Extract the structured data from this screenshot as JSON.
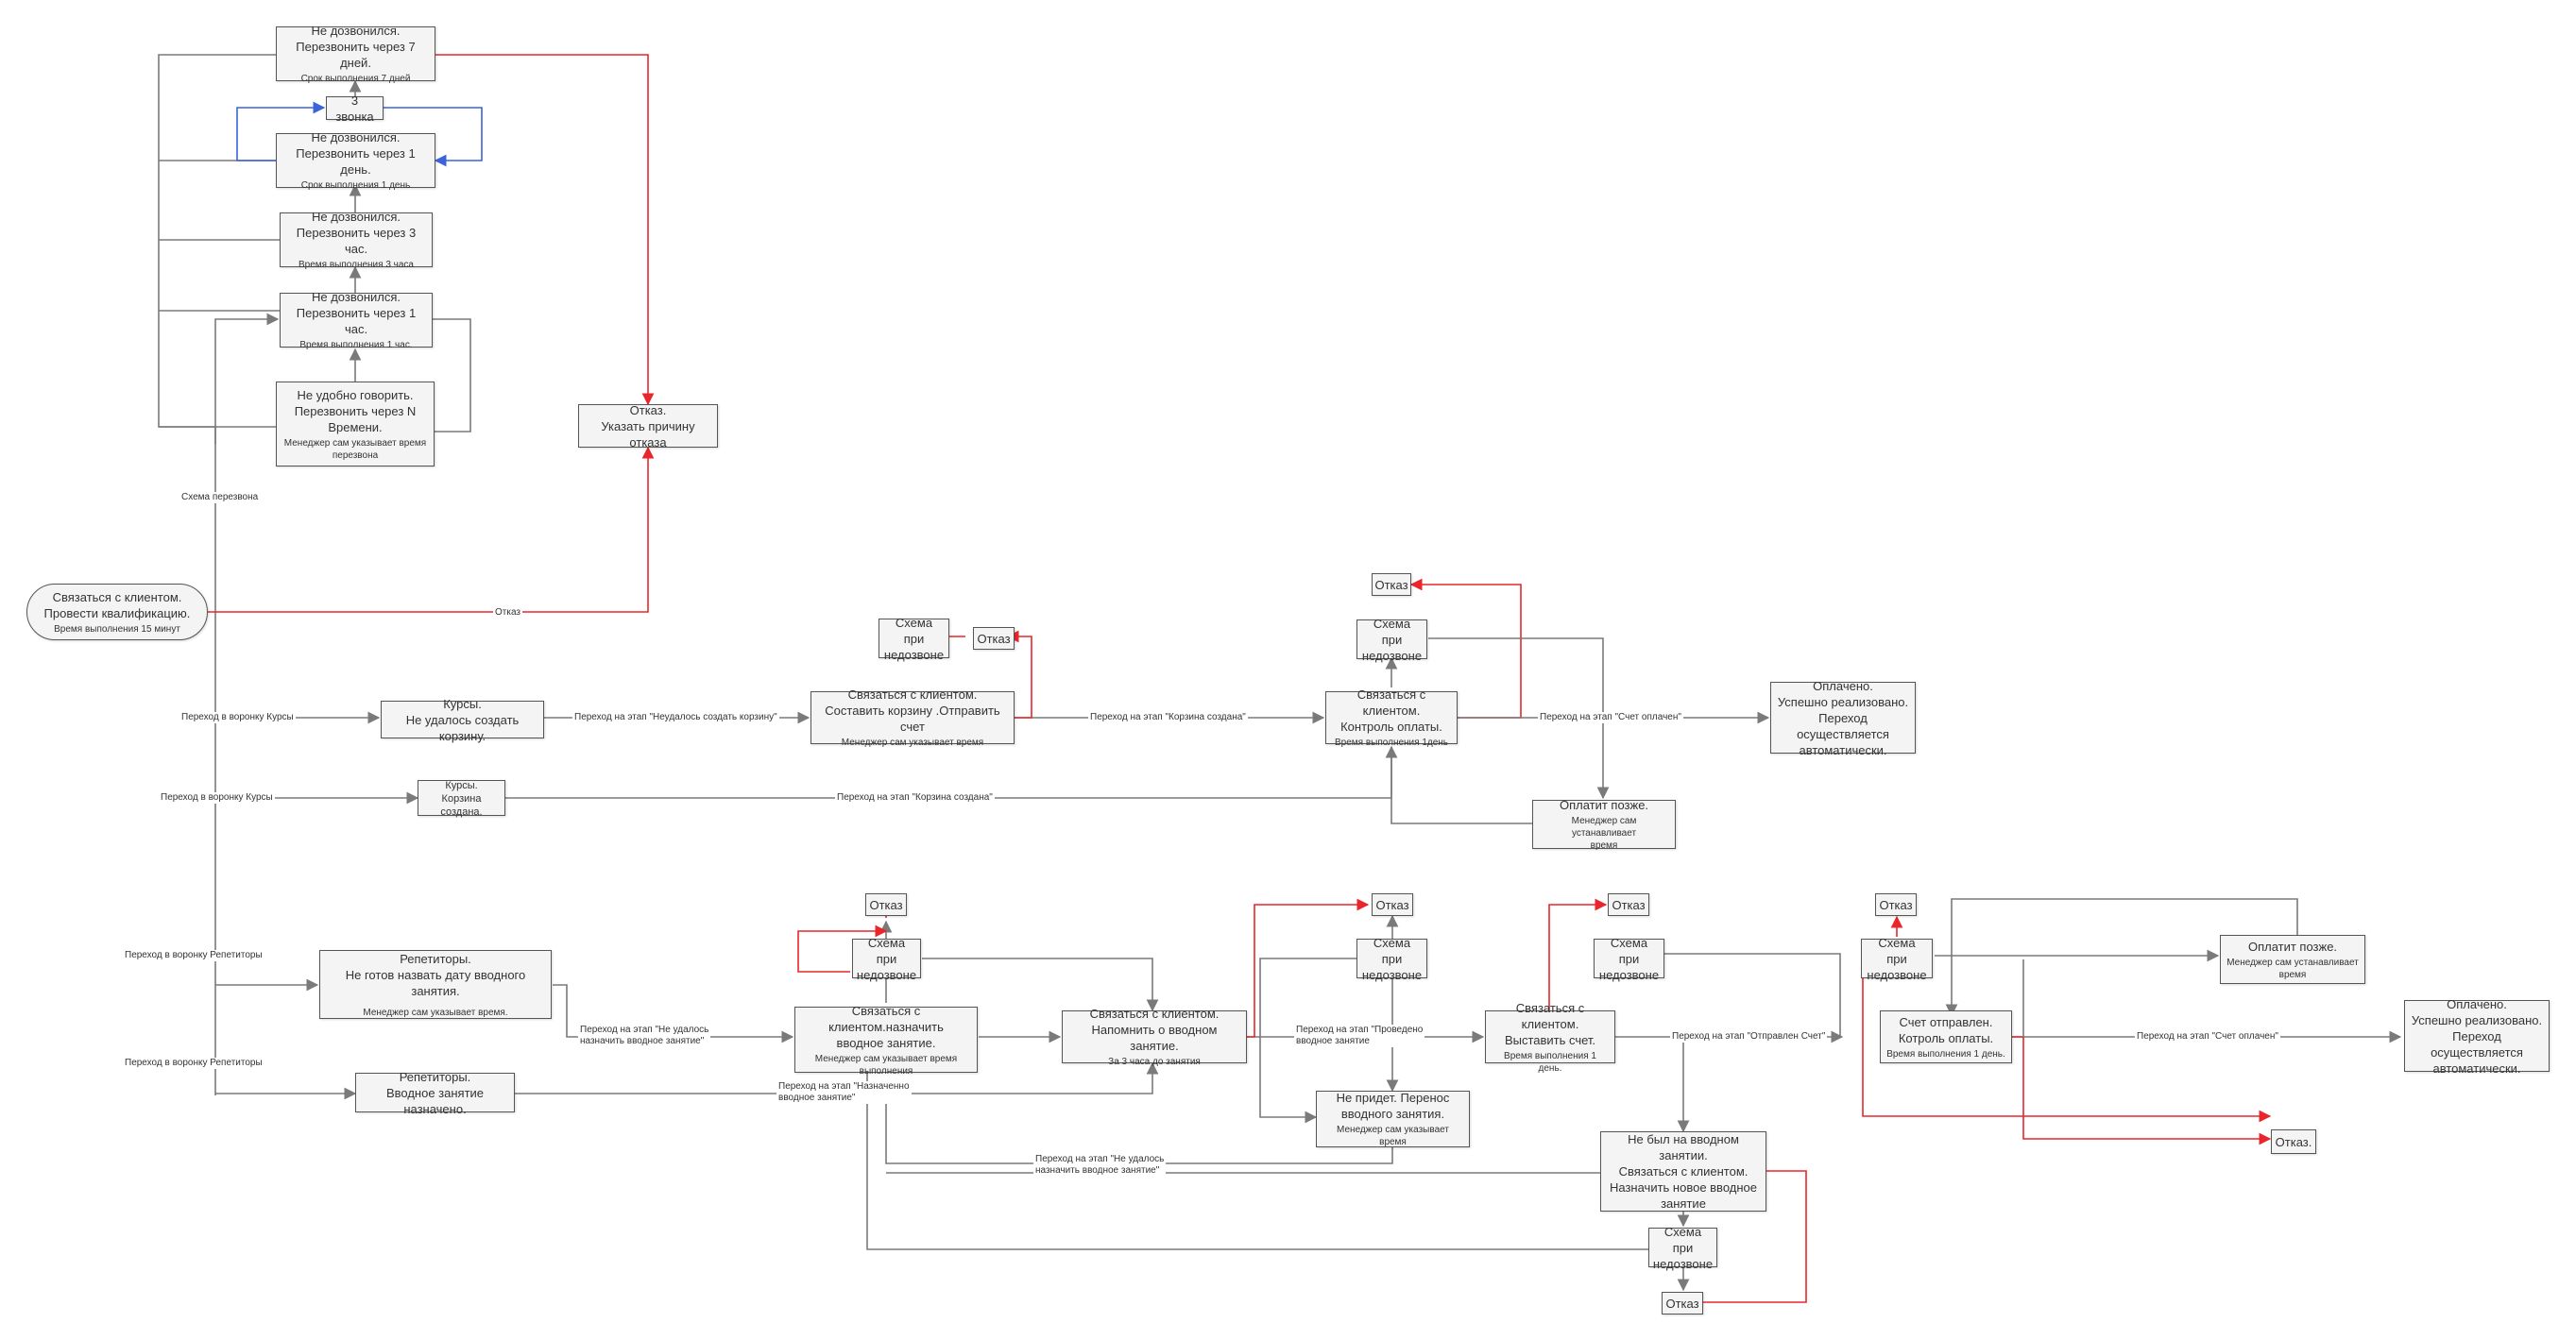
{
  "colors": {
    "line": "#7a7a7a",
    "red": "#e8262c",
    "blue": "#3a64d8",
    "node_bg": "#f4f4f4",
    "node_border": "#555555"
  },
  "nodes": {
    "start": {
      "title": "Связаться с клиентом.\nПровести квалификацию.",
      "sub": "Время выполнения 15 минут"
    },
    "n_7days": {
      "title": "Не дозвонился.\nПерезвонить через 7 дней.",
      "sub": "Срок выполнения 7 дней"
    },
    "n_3calls": {
      "title": "3 звонка"
    },
    "n_1day": {
      "title": "Не дозвонился.\nПерезвонить через 1 день.",
      "sub": "Срок выполнения 1 день"
    },
    "n_3h": {
      "title": "Не дозвонился.\nПерезвонить через 3 час.",
      "sub": "Время выполнения 3 часа"
    },
    "n_1h": {
      "title": "Не дозвонился.\nПерезвонить через 1 час.",
      "sub": "Время выполнения 1 час."
    },
    "n_later": {
      "title": "Не удобно говорить.\nПерезвонить через N\nВремени.",
      "sub": "Менеджер сам указывает время\nперезвона"
    },
    "refuse_main": {
      "title": "Отказ.\nУказать причину отказа"
    },
    "courses_fail": {
      "title": "Курсы.\nНе удалось создать корзину."
    },
    "courses_cart": {
      "title": "Курсы.\nКорзина создана."
    },
    "make_cart": {
      "title": "Связаться с клиентом.\nСоставить корзину .Отправить счет",
      "sub": "Менеджер сам указывает время"
    },
    "miss1": {
      "title": "Схема при\nнедозвоне"
    },
    "refuse1": {
      "title": "Отказ"
    },
    "pay_ctrl": {
      "title": "Связаться с клиентом.\nКонтроль оплаты.",
      "sub": "Время выполнения 1день"
    },
    "miss2": {
      "title": "Схема при\nнедозвоне"
    },
    "refuse2": {
      "title": "Отказ"
    },
    "paid1": {
      "title": "Оплачено.\nУспешно реализовано.\nПереход осуществляется\nавтоматически."
    },
    "pay_later1": {
      "title": "Оплатит позже.",
      "sub": "Менеджер сам устанавливает\nвремя"
    },
    "tutor_nodate": {
      "title": "Репетиторы.\nНе готов назвать дату вводного занятия.",
      "sub": "Менеджер сам указывает время."
    },
    "tutor_set": {
      "title": "Репетиторы.\nВводное занятие назначено."
    },
    "assign_lesson": {
      "title": "Связаться с клиентом.назначить\nвводное занятие.",
      "sub": "Менеджер сам указывает время\nвыполнения"
    },
    "miss3": {
      "title": "Схема при\nнедозвоне"
    },
    "refuse3": {
      "title": "Отказ"
    },
    "remind": {
      "title": "Связаться с клиентом.\nНапомнить о вводном занятие.",
      "sub": "За 3 часа до занятия"
    },
    "miss4": {
      "title": "Схема при\nнедозвоне"
    },
    "refuse4": {
      "title": "Отказ"
    },
    "wont_come": {
      "title": "Не придет. Перенос\nвводного занятия.",
      "sub": "Менеджер сам указывает время"
    },
    "invoice": {
      "title": "Связаться с клиентом.\nВыставить счет.",
      "sub": "Время выполнения 1 день."
    },
    "miss5": {
      "title": "Схема при\nнедозвоне"
    },
    "refuse5": {
      "title": "Отказ"
    },
    "no_show": {
      "title": "Не был на вводном занятии.\nСвязаться с клиентом.\nНазначить новое вводное\nзанятие"
    },
    "miss6": {
      "title": "Схема при\nнедозвоне"
    },
    "refuse6": {
      "title": "Отказ"
    },
    "sent_invoice": {
      "title": "Счет отправлен.\nКотроль оплаты.",
      "sub": "Время выполнения 1 день."
    },
    "miss7": {
      "title": "Схема при\nнедозвоне"
    },
    "refuse7": {
      "title": "Отказ"
    },
    "pay_later2": {
      "title": "Оплатит позже.",
      "sub": "Менеджер сам устанавливает\nвремя"
    },
    "paid2": {
      "title": "Оплачено.\nУспешно реализовано.\nПереход осуществляется\nавтоматически."
    },
    "refuse8": {
      "title": "Отказ."
    }
  },
  "labels": {
    "scheme_recall": "Схема перезвона",
    "refuse": "Отказ",
    "to_courses_1": "Переход в воронку Курсы",
    "to_courses_2": "Переход в воронку Курсы",
    "stage_cart_fail": "Переход на этап  \"Неудалось создать корзину\"",
    "stage_cart_created_1": "Переход на этап \"Корзина создана\"",
    "stage_cart_created_2": "Переход на этап \"Корзина создана\"",
    "stage_paid_1": "Переход на этап \"Счет оплачен\"",
    "to_tutors_1": "Переход в воронку Репетиторы",
    "to_tutors_2": "Переход в воронку Репетиторы",
    "stage_no_date": "Переход на этап \"Не удалось\nназначить вводное занятие\"",
    "stage_assigned": "Переход на этап \"Назначенно\nвводное занятие\"",
    "stage_held": "Переход на этап  \"Проведено\nвводное занятие",
    "stage_no_date_2": "Переход на этап \"Не удалось\nназначить вводное занятие\"",
    "stage_invoice_sent": "Переход на этап \"Отправлен Счет\"",
    "stage_paid_2": "Переход на этап \"Счет оплачен\""
  }
}
